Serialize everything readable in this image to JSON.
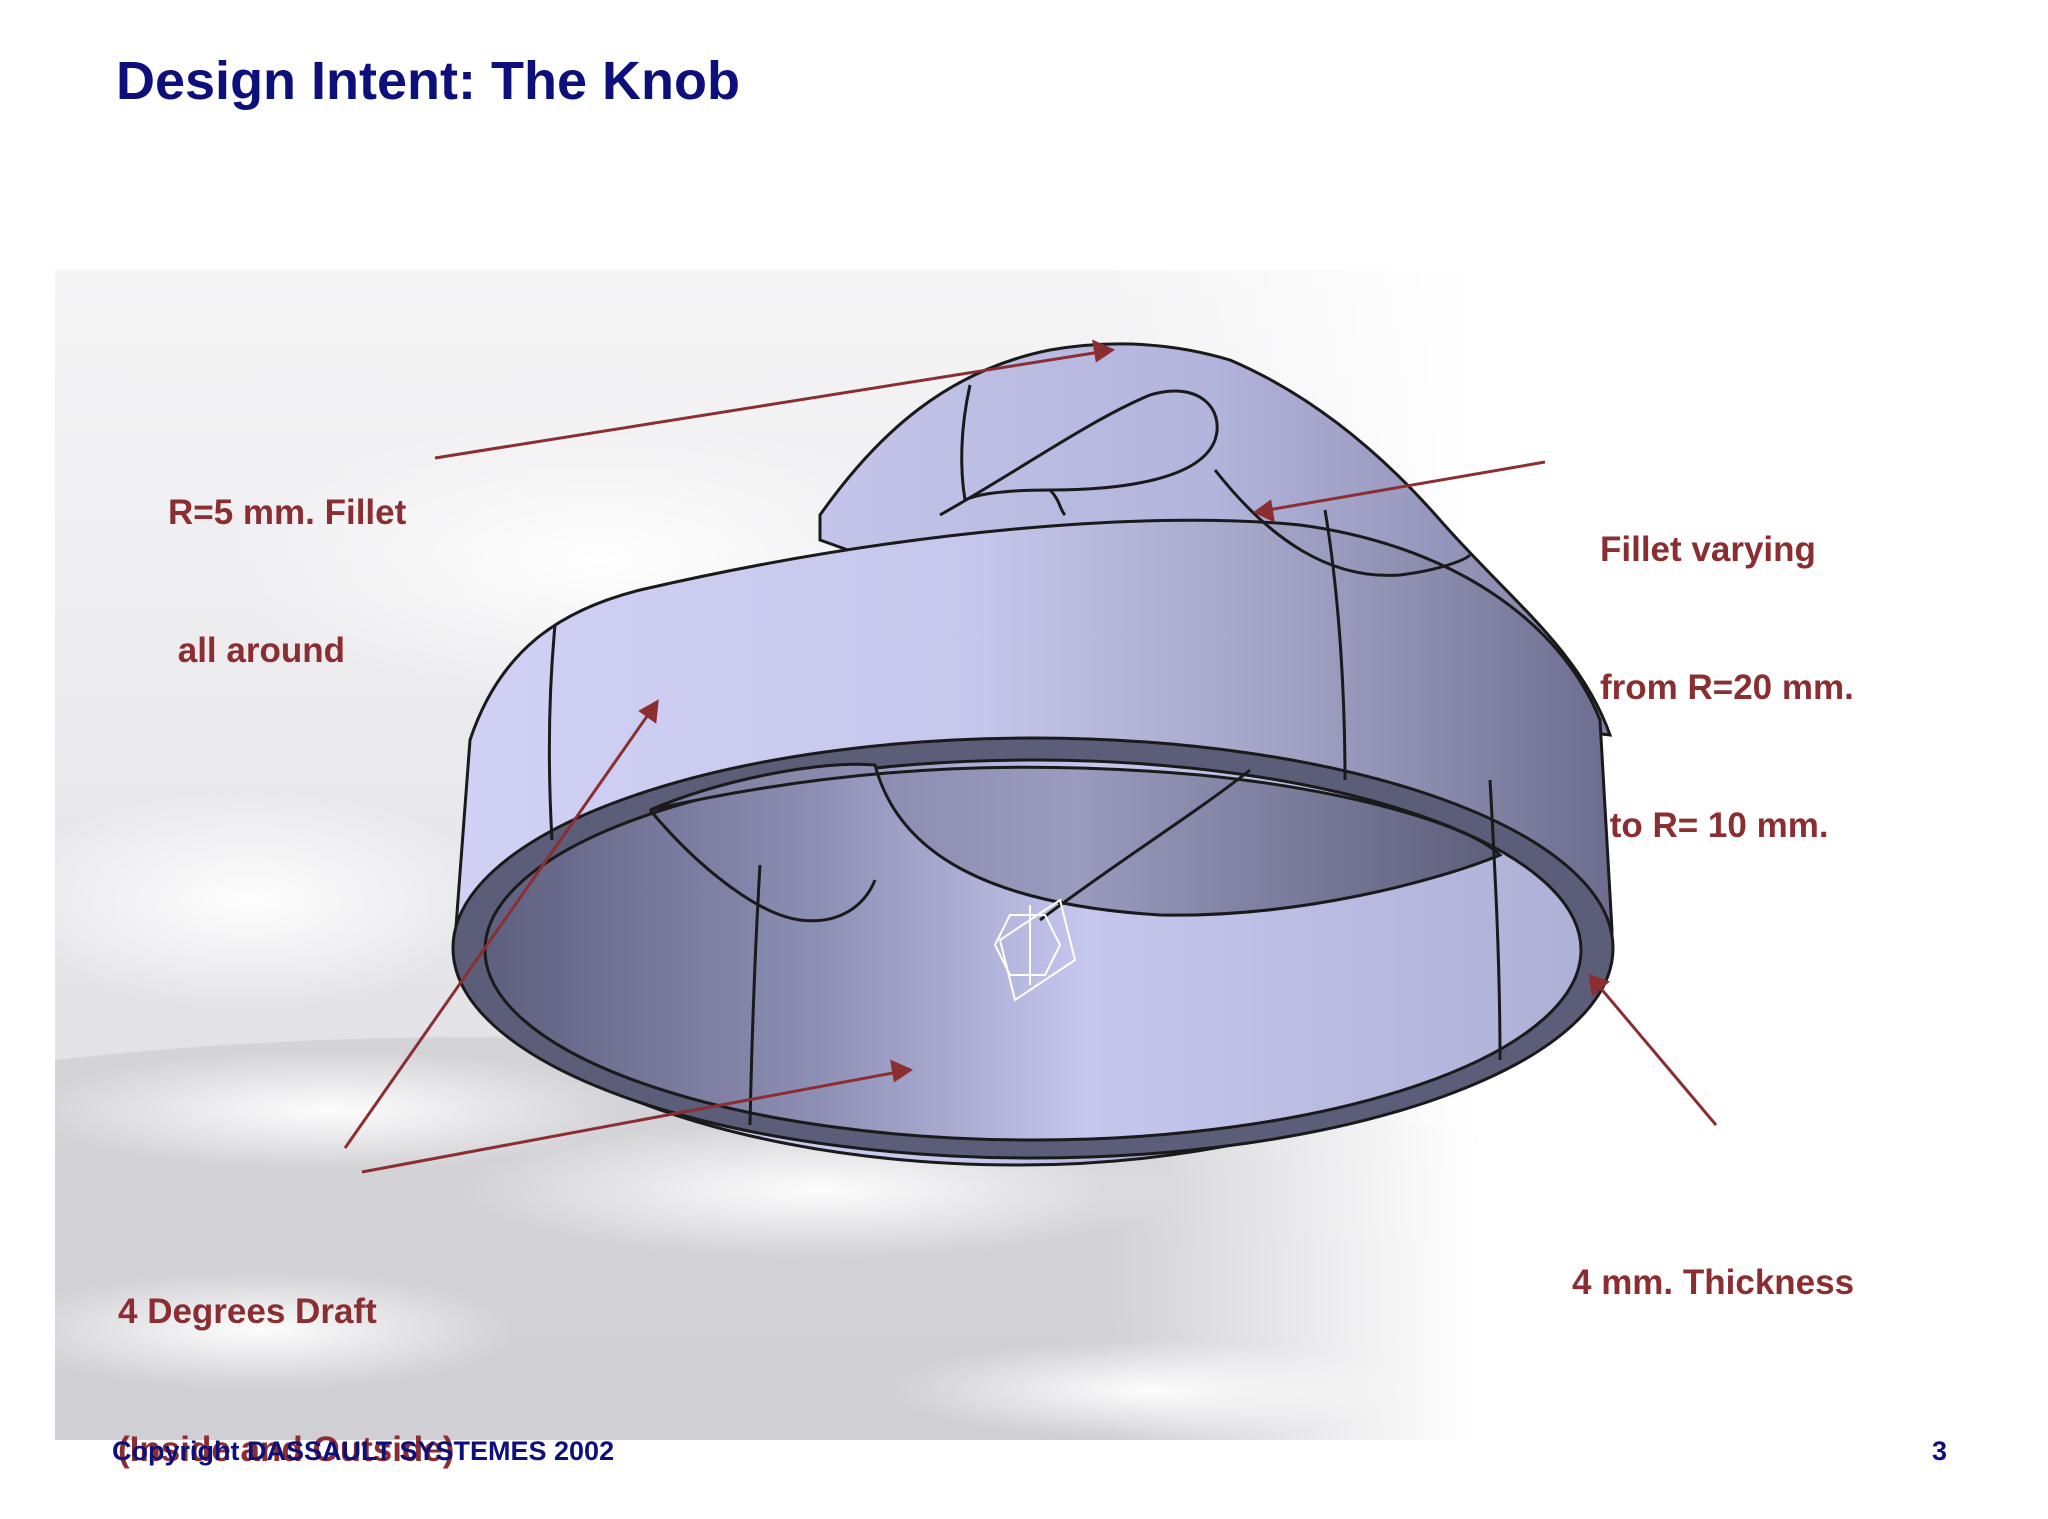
{
  "slide": {
    "title": "Design Intent: The Knob",
    "callouts": {
      "fillet_r5_line1": "R=5 mm. Fillet",
      "fillet_r5_line2": " all around",
      "fillet_varying_line1": "Fillet varying",
      "fillet_varying_line2": "from R=20 mm.",
      "fillet_varying_line3": " to R= 10 mm.",
      "thickness": "4 mm. Thickness",
      "draft_line1": "4 Degrees Draft",
      "draft_line2": "(Inside and Outside)"
    },
    "footer": {
      "copyright": "Copyright DASSAULT SYSTEMES 2002",
      "page_number": "3"
    }
  },
  "colors": {
    "title": "#0d0f7a",
    "callout_text": "#8b2e32",
    "arrow": "#8b2e32",
    "part_light": "#cfd0f2",
    "part_dark": "#6b6c8c"
  },
  "icons": [
    "earth-background",
    "axis-compass-icon"
  ]
}
